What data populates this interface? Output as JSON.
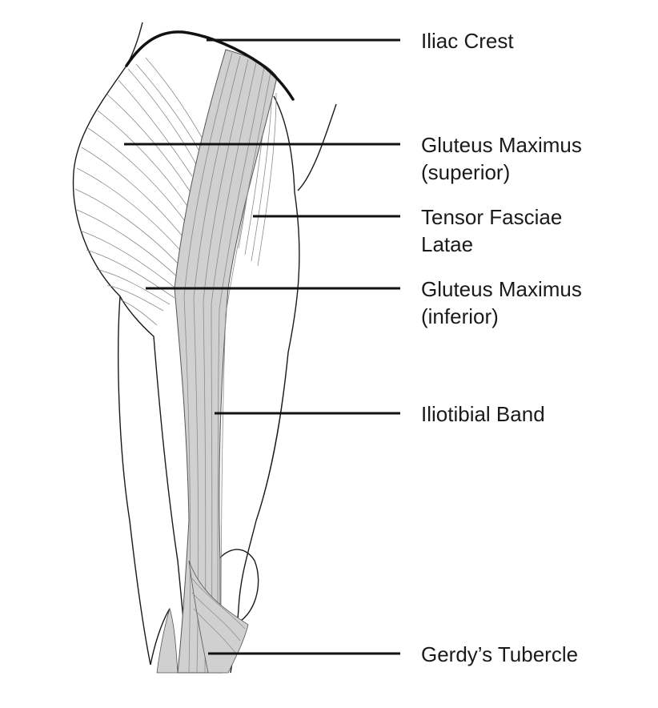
{
  "labels": {
    "iliac_crest": "Iliac Crest",
    "gluteus_superior_1": "Gluteus Maximus",
    "gluteus_superior_2": "(superior)",
    "tensor_1": "Tensor Fasciae",
    "tensor_2": "Latae",
    "gluteus_inferior_1": "Gluteus Maximus",
    "gluteus_inferior_2": "(inferior)",
    "iliotibial_band": "Iliotibial Band",
    "gerdys_tubercle": "Gerdy’s Tubercle"
  },
  "colors": {
    "outline": "#1a1a1a",
    "band_fill": "#d0d0d0",
    "fiber": "#8a8a8a",
    "pointer": "#111111"
  }
}
